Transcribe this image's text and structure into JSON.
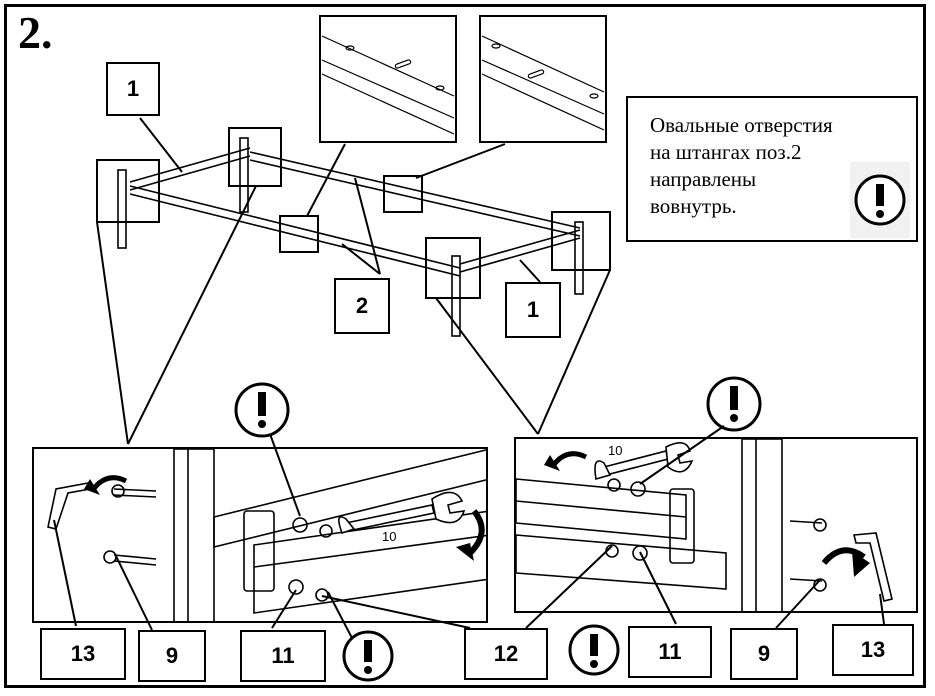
{
  "step": {
    "number": "2."
  },
  "note": {
    "lines": [
      "Овальные отверстия",
      "на штангах поз.2",
      "направлены",
      "вовнутрь."
    ]
  },
  "labels": {
    "top_left_part": "1",
    "center_part": "2",
    "right_part": "1",
    "bl_13": "13",
    "bl_9": "9",
    "bl_11": "11",
    "br_12": "12",
    "br_11": "11",
    "br_9": "9",
    "br_13": "13"
  },
  "wrench": {
    "size_left": "10",
    "size_right": "10"
  },
  "icons": {
    "warning": "exclamation-circle-icon",
    "rotate": "rotate-arrow-icon",
    "hex_key": "hex-key-icon",
    "wrench": "wrench-icon"
  }
}
